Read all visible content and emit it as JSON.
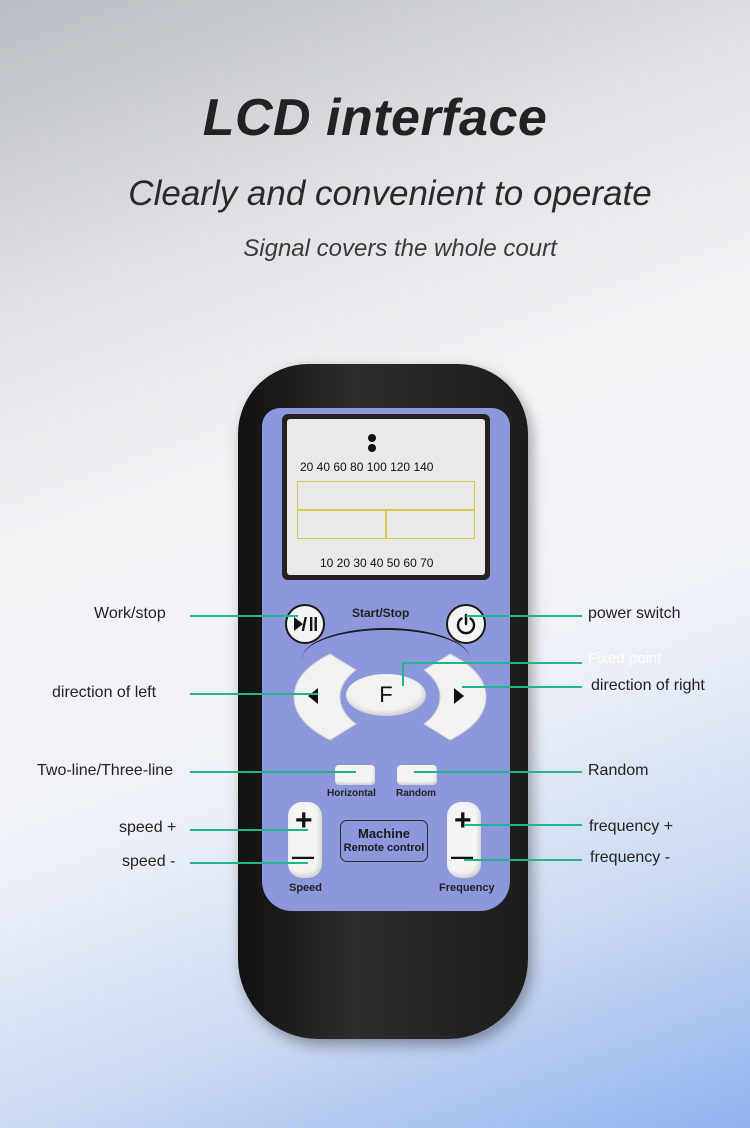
{
  "header": {
    "title": "LCD interface",
    "subtitle": "Clearly and convenient to operate",
    "tagline": "Signal covers the whole court"
  },
  "lcd": {
    "top_scale": "20 40 60 80 100 120 140",
    "bottom_scale": "10 20 30 40 50 60 70"
  },
  "remote": {
    "start_stop_label": "Start/Stop",
    "f_label": "F",
    "horizontal_label": "Horizontal",
    "random_label": "Random",
    "speed_label": "Speed",
    "frequency_label": "Frequency",
    "machine_line1": "Machine",
    "machine_line2": "Remote control",
    "plus_symbol": "+",
    "minus_symbol": "—"
  },
  "annotations": {
    "work_stop": "Work/stop",
    "power_switch": "power switch",
    "fixed_point": "Fixed point",
    "direction_left": "direction of left",
    "direction_right": "direction of right",
    "two_three_line": "Two-line/Three-line",
    "random": "Random",
    "speed_plus": "speed +",
    "speed_minus": "speed -",
    "frequency_plus": "frequency +",
    "frequency_minus": "frequency -"
  },
  "icons": {
    "play_pause": "play-pause-icon",
    "power": "power-icon",
    "left_arrow": "left-arrow-icon",
    "right_arrow": "right-arrow-icon"
  },
  "colors": {
    "faceplate": "#8c97dc",
    "annotation_line": "#1fb68c",
    "remote_body": "#1c1c1c"
  }
}
